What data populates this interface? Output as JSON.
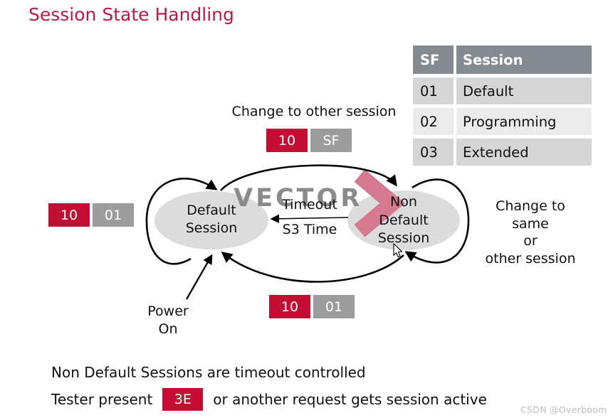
{
  "title": "Session State Handling",
  "colors": {
    "title_red": "#BE1743",
    "badge_red": "#C40D33",
    "badge_gray": "#9C9C9C",
    "table_header_gray": "#838B90",
    "table_row_dark": "#D5D5D7",
    "table_row_light": "#EBEBED",
    "state_fill": "#DCDCDE",
    "logo_gray": "#8B8B8B",
    "logo_rose": "#D5798E",
    "credit_gray": "#BDBDBD"
  },
  "table": {
    "headers": [
      "SF",
      "Session"
    ],
    "rows": [
      [
        "01",
        "Default"
      ],
      [
        "02",
        "Programming"
      ],
      [
        "03",
        "Extended"
      ]
    ]
  },
  "diagram": {
    "watermark": "VECTOR",
    "default_state": {
      "lines": [
        "Default",
        "Session"
      ]
    },
    "non_default_state": {
      "lines": [
        "Non",
        "Default",
        "Session"
      ]
    },
    "top_transition_label": "Change to other session",
    "top_badges": {
      "red": "10",
      "gray": "SF"
    },
    "left_badges": {
      "red": "10",
      "gray": "01"
    },
    "bottom_badges": {
      "red": "10",
      "gray": "01"
    },
    "timeout_label": "Timeout",
    "s3_label": "S3 Time",
    "power_on": {
      "lines": [
        "Power",
        "On"
      ]
    },
    "right_loop_label": {
      "lines": [
        "Change to",
        "same",
        "or",
        "other session"
      ]
    }
  },
  "notes": {
    "line1": "Non Default Sessions are timeout controlled",
    "line2_prefix": "Tester present",
    "line2_badge": "3E",
    "line2_suffix": "or another request gets session active"
  },
  "credit": "CSDN @Overboom"
}
